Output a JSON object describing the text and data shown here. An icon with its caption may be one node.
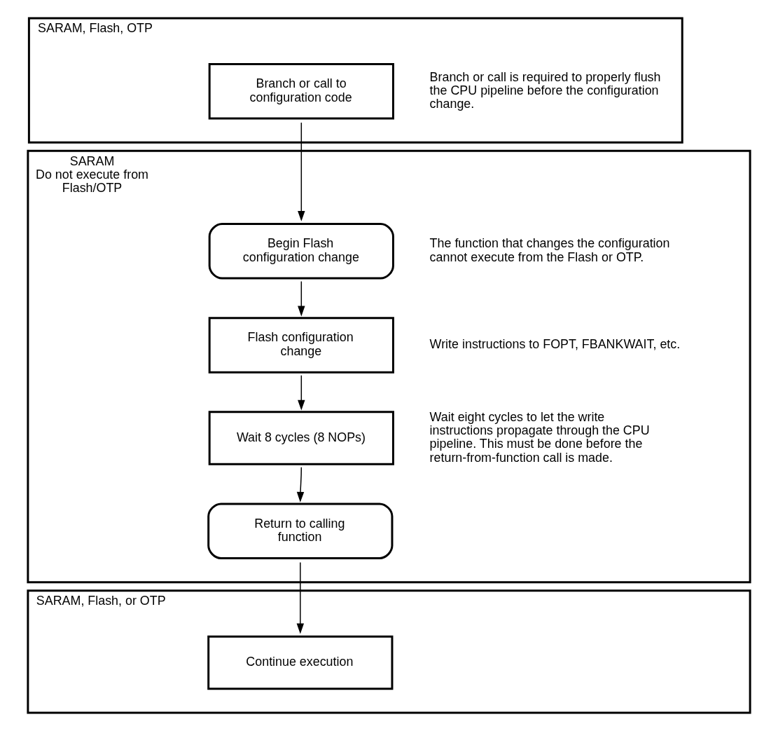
{
  "diagram": {
    "nodes": [
      {
        "text": [
          "SARAM, Flash, OTP"
        ]
      },
      {
        "text": [
          "Branch or call to configuration code"
        ],
        "in": 0,
        "beside": [
          "Branch or call is required to properly flush the CPU pipeline before the configuration change."
        ]
      },
      {
        "text": [
          "SARAM",
          "Do not execute from Flash/OTP"
        ]
      },
      {
        "text": [
          "Begin Flash configuration change"
        ],
        "in": 2,
        "beside": [
          "The function that changes the configuration cannot execute from the Flash or OTP."
        ]
      },
      {
        "text": [
          "Flash configuration change"
        ],
        "in": 2,
        "beside": [
          "Write instructions to FOPT, FBANKWAIT, etc."
        ]
      },
      {
        "text": [
          "Wait 8 cycles (8 NOPs)"
        ],
        "in": 2,
        "beside": [
          "Wait eight cycles to let the write instructions propagate through the CPU pipeline. This must be done before the return-from-function call is made."
        ]
      },
      {
        "text": [
          "Return to calling function"
        ],
        "in": 2
      },
      {
        "text": [
          "SARAM, Flash, or OTP"
        ]
      },
      {
        "text": [
          "Continue execution"
        ],
        "in": 7
      }
    ],
    "edges": [
      {
        "from": 1,
        "to": 3,
        "arrow": "to"
      },
      {
        "from": 3,
        "to": 4,
        "arrow": "to"
      },
      {
        "from": 4,
        "to": 5,
        "arrow": "to"
      },
      {
        "from": 5,
        "to": 6,
        "arrow": "to"
      },
      {
        "from": 6,
        "to": 8,
        "arrow": "to"
      }
    ]
  }
}
